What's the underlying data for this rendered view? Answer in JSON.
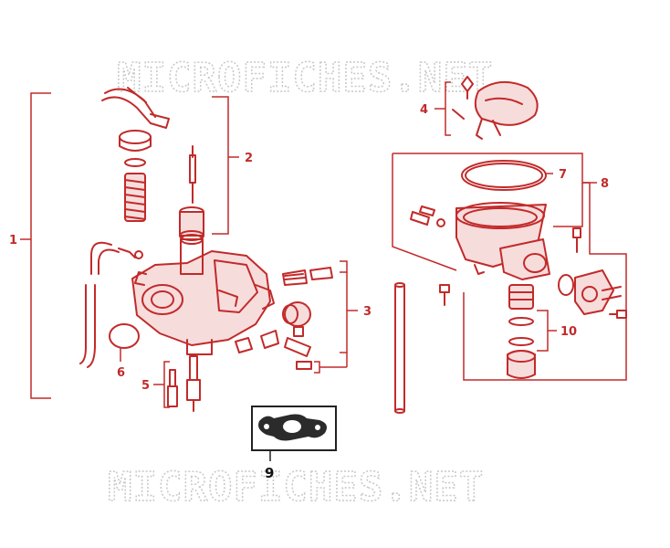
{
  "watermark": {
    "top": "MICROFICHES.NET",
    "bottom": "MICROFICHES.NET"
  },
  "callouts": {
    "c1": "1",
    "c2": "2",
    "c3": "3",
    "c4": "4",
    "c5": "5",
    "c6": "6",
    "c7": "7",
    "c8": "8",
    "c9": "9",
    "c10": "10"
  },
  "colors": {
    "part_line": "#c22a2a",
    "part_fill": "#f7dcdc",
    "highlight_box": "#222222",
    "watermark": "#c8c8c8"
  }
}
